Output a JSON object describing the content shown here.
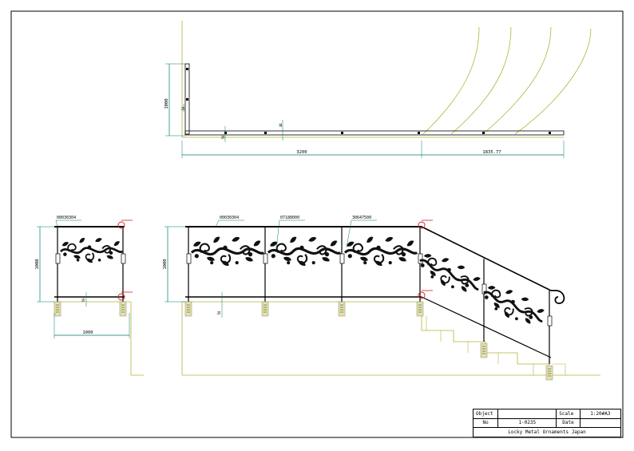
{
  "drawing": {
    "plan_dims": {
      "height": "1000",
      "post": "50",
      "rail": "44",
      "len1": "3200",
      "len2": "1835.77"
    },
    "side_dims": {
      "height": "1000",
      "width": "1000",
      "post": "50"
    },
    "front_dims": {
      "height": "1000",
      "post": "50"
    },
    "part_labels": {
      "side_rail": "00030304",
      "front_rail": "00030304",
      "part2": "07188000",
      "part3": "30647500"
    }
  },
  "title_block": {
    "object_label": "Object",
    "object_value": "",
    "scale_label": "Scale",
    "scale_value": "1:20#A3",
    "no_label": "No",
    "no_value": "1-0235",
    "date_label": "Date",
    "date_value": "",
    "company": "Locky Metal Ornaments Japan"
  },
  "colors": {
    "line": "#000000",
    "dim": "#007a6e",
    "ground": "#b5b33b",
    "marker": "#d42020"
  }
}
